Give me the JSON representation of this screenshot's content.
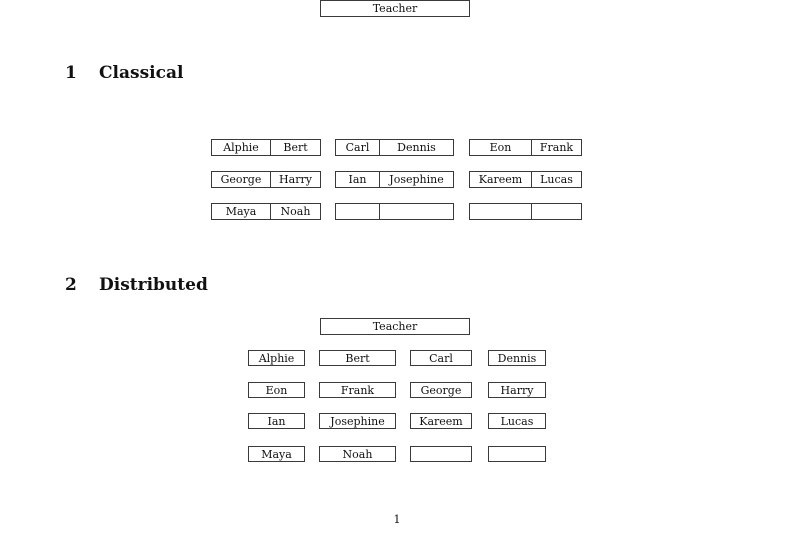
{
  "colors": {
    "background": "#ffffff",
    "border": "#3a3a3a",
    "text": "#111111"
  },
  "section1": {
    "number": "1",
    "title": "Classical",
    "teacher": "Teacher",
    "rows": [
      [
        [
          "Alphie",
          "Bert"
        ],
        [
          "Carl",
          "Dennis"
        ],
        [
          "Eon",
          "Frank"
        ]
      ],
      [
        [
          "George",
          "Harry"
        ],
        [
          "Ian",
          "Josephine"
        ],
        [
          "Kareem",
          "Lucas"
        ]
      ],
      [
        [
          "Maya",
          "Noah"
        ],
        [
          "",
          ""
        ],
        [
          "",
          ""
        ]
      ]
    ]
  },
  "section2": {
    "number": "2",
    "title": "Distributed",
    "teacher": "Teacher",
    "rows": [
      [
        "Alphie",
        "Bert",
        "Carl",
        "Dennis"
      ],
      [
        "Eon",
        "Frank",
        "George",
        "Harry"
      ],
      [
        "Ian",
        "Josephine",
        "Kareem",
        "Lucas"
      ],
      [
        "Maya",
        "Noah",
        "",
        ""
      ]
    ]
  },
  "footer": {
    "page_number": "1"
  }
}
